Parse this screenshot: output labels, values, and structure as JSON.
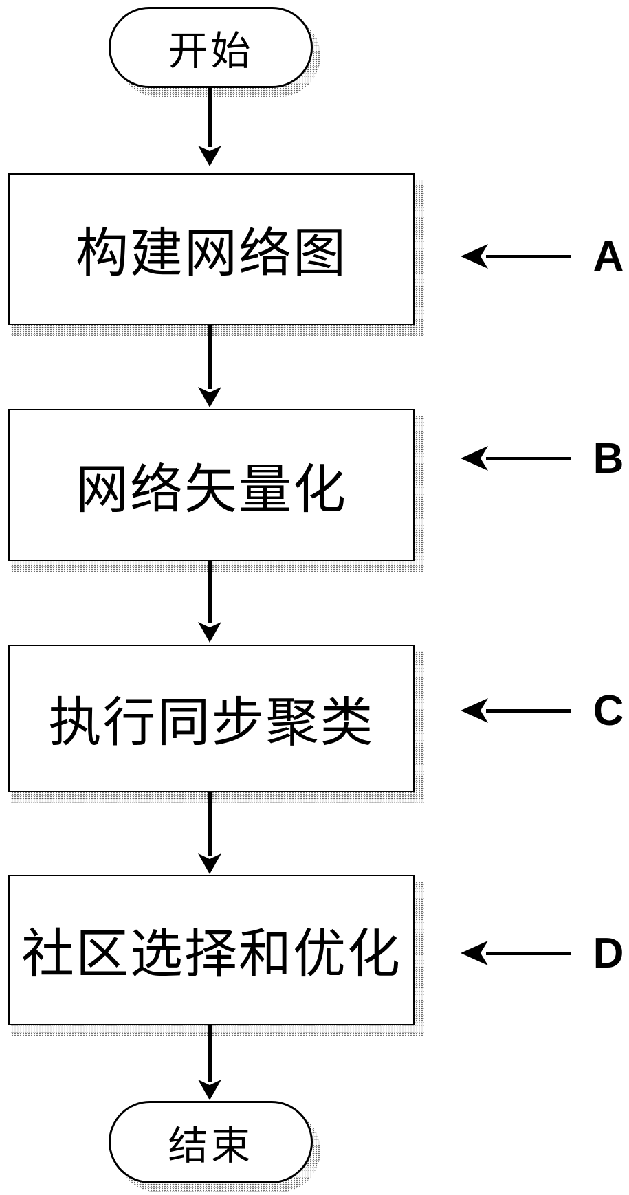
{
  "diagram": {
    "type": "flowchart",
    "nodes": {
      "start": {
        "label": "开始",
        "shape": "terminator"
      },
      "step_a": {
        "label": "构建网络图",
        "shape": "process"
      },
      "step_b": {
        "label": "网络矢量化",
        "shape": "process"
      },
      "step_c": {
        "label": "执行同步聚类",
        "shape": "process"
      },
      "step_d": {
        "label": "社区选择和优化",
        "shape": "process"
      },
      "end": {
        "label": "结束",
        "shape": "terminator"
      }
    },
    "annotations": {
      "a": "A",
      "b": "B",
      "c": "C",
      "d": "D"
    },
    "icons": {
      "down_arrow": "down-arrowhead-icon",
      "left_arrow": "left-arrowhead-icon"
    },
    "colors": {
      "ink": "#000000",
      "background": "#ffffff",
      "shadow": "#6e6e6e"
    }
  }
}
